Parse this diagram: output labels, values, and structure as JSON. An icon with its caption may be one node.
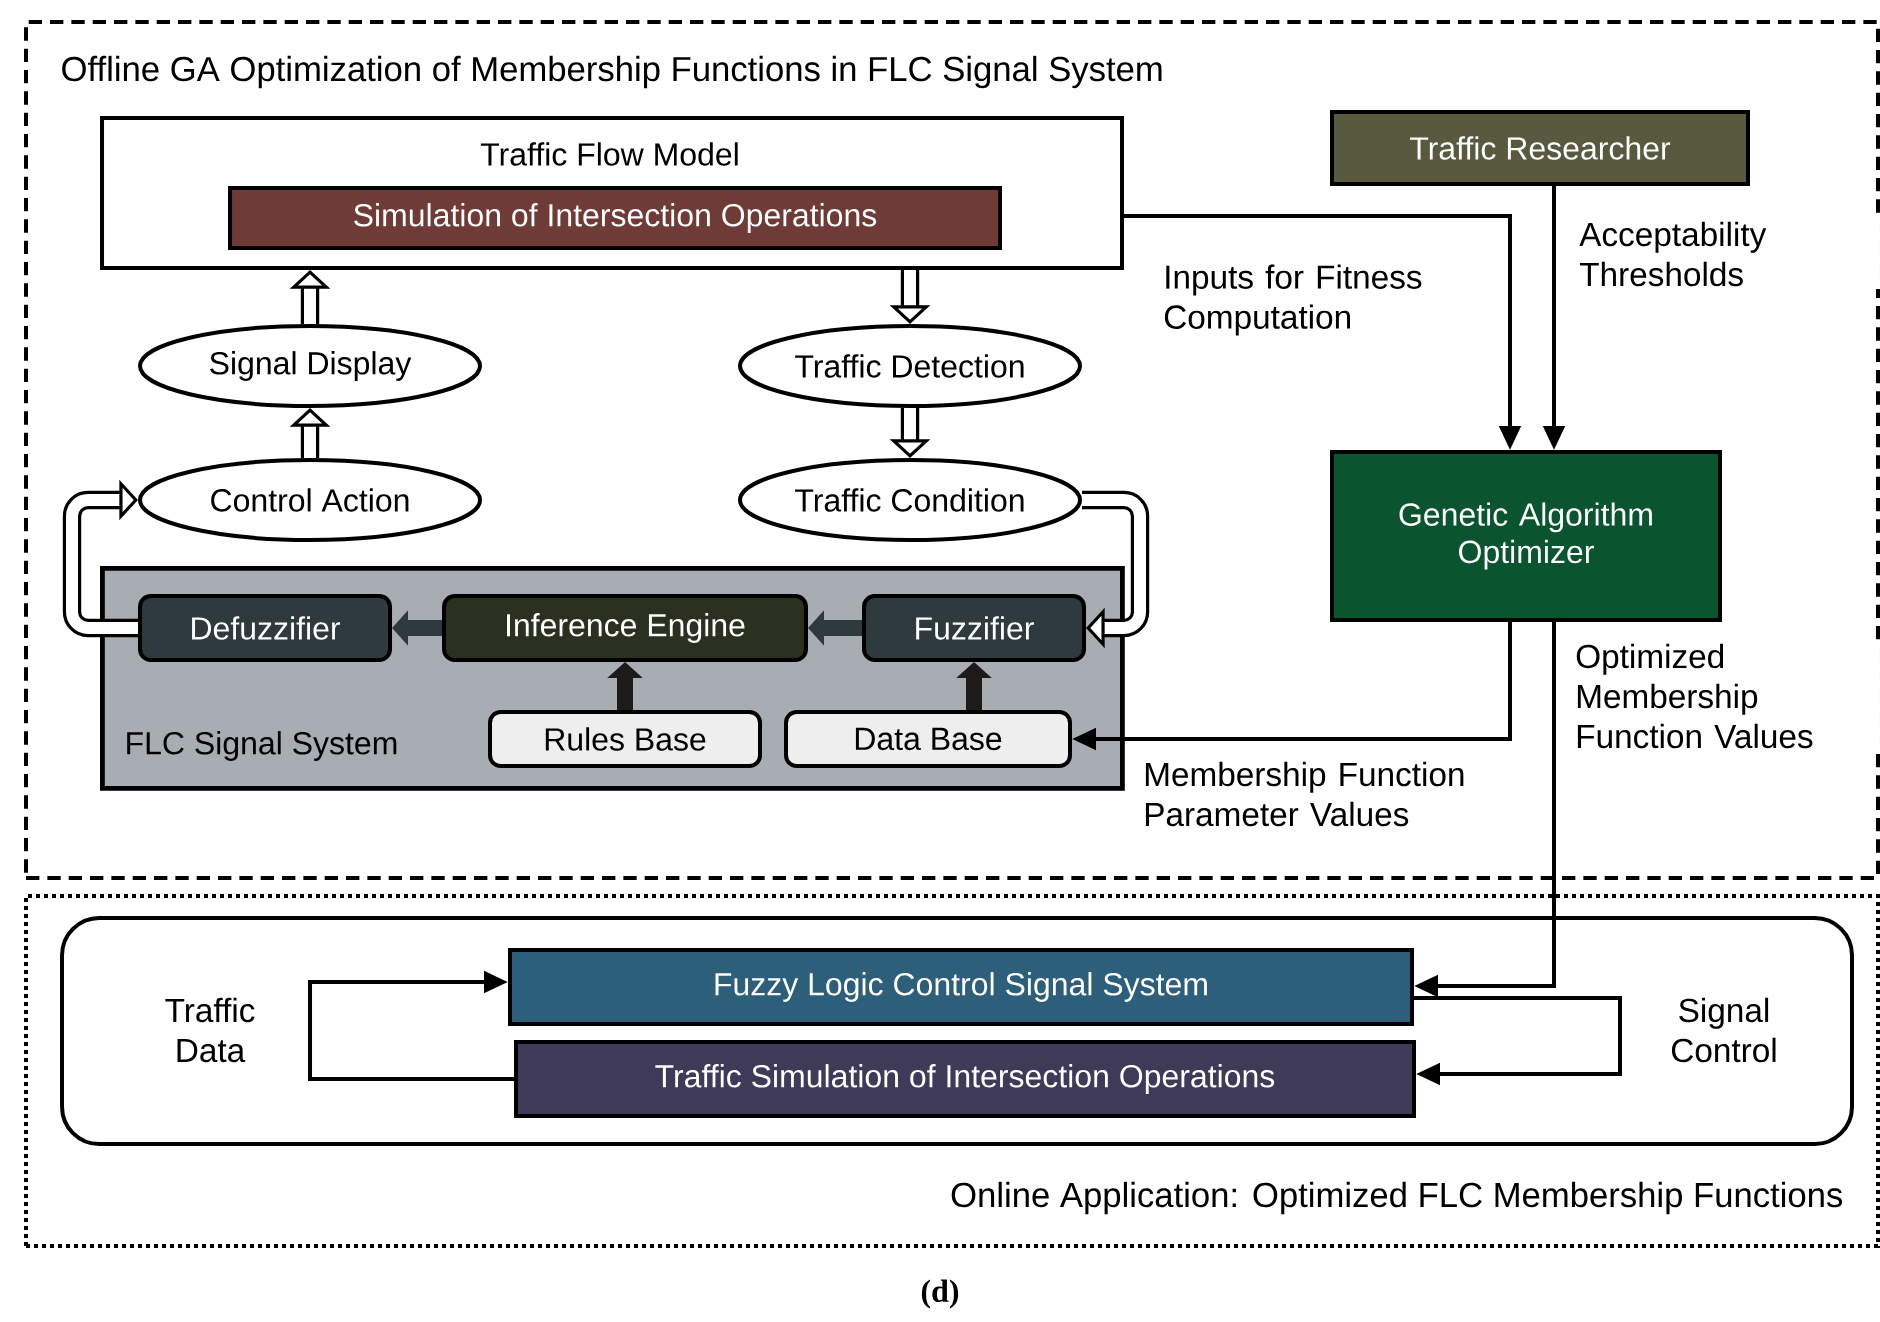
{
  "diagram": {
    "caption": "(d)",
    "nodes": [
      {
        "text": [
          "Offline GA Optimization of Membership Functions in FLC Signal System"
        ]
      },
      {
        "text": [
          "Traffic Flow Model"
        ],
        "in": 0
      },
      {
        "text": [
          "Simulation of Intersection Operations"
        ],
        "in": 1
      },
      {
        "text": [
          "Signal Display"
        ],
        "in": 0
      },
      {
        "text": [
          "Traffic Detection"
        ],
        "in": 0
      },
      {
        "text": [
          "Control Action"
        ],
        "in": 0
      },
      {
        "text": [
          "Traffic Condition"
        ],
        "in": 0
      },
      {
        "text": [
          "FLC Signal System"
        ],
        "in": 0
      },
      {
        "text": [
          "Defuzzifier"
        ],
        "in": 7
      },
      {
        "text": [
          "Inference Engine"
        ],
        "in": 7
      },
      {
        "text": [
          "Fuzzifier"
        ],
        "in": 7
      },
      {
        "text": [
          "Rules Base"
        ],
        "in": 7
      },
      {
        "text": [
          "Data Base"
        ],
        "in": 7
      },
      {
        "text": [
          "Traffic Researcher"
        ],
        "in": 0
      },
      {
        "text": [
          "Genetic Algorithm Optimizer"
        ],
        "in": 0
      },
      {
        "text": [
          "Online Application:  Optimized FLC Membership Functions"
        ]
      },
      {
        "text": [],
        "shape": "box",
        "in": 15
      },
      {
        "text": [
          "Fuzzy Logic Control Signal System"
        ],
        "in": 16
      },
      {
        "text": [
          "Traffic Simulation of Intersection Operations"
        ],
        "in": 16
      }
    ],
    "edges": [
      {
        "from": 5,
        "to": 3,
        "arrow": "to"
      },
      {
        "from": 3,
        "to": 1,
        "arrow": "to"
      },
      {
        "from": 1,
        "to": 4,
        "arrow": "to"
      },
      {
        "from": 4,
        "to": 6,
        "arrow": "to"
      },
      {
        "from": 6,
        "to": 10,
        "arrow": "to"
      },
      {
        "from": 10,
        "to": 9,
        "arrow": "to",
        "color": "#2f3a3e"
      },
      {
        "from": 9,
        "to": 8,
        "arrow": "to",
        "color": "#2f3a3e"
      },
      {
        "from": 8,
        "to": 5,
        "arrow": "to"
      },
      {
        "from": 11,
        "to": 9,
        "arrow": "to",
        "color": "#1e1a1a"
      },
      {
        "from": 12,
        "to": 10,
        "arrow": "to",
        "color": "#1e1a1a"
      },
      {
        "from": 1,
        "to": 14,
        "arrow": "to",
        "label": "Inputs for Fitness Computation"
      },
      {
        "from": 13,
        "to": 14,
        "arrow": "to",
        "label": "Acceptability Thresholds"
      },
      {
        "from": 14,
        "to": 12,
        "arrow": "to",
        "label": "Membership Function Parameter Values"
      },
      {
        "from": 14,
        "to": 17,
        "arrow": "to",
        "label": "Optimized Membership Function Values"
      },
      {
        "from": 18,
        "to": 17,
        "arrow": "to",
        "label": "Traffic Data"
      },
      {
        "from": 17,
        "to": 18,
        "arrow": "to",
        "label": "Signal Control"
      }
    ]
  }
}
